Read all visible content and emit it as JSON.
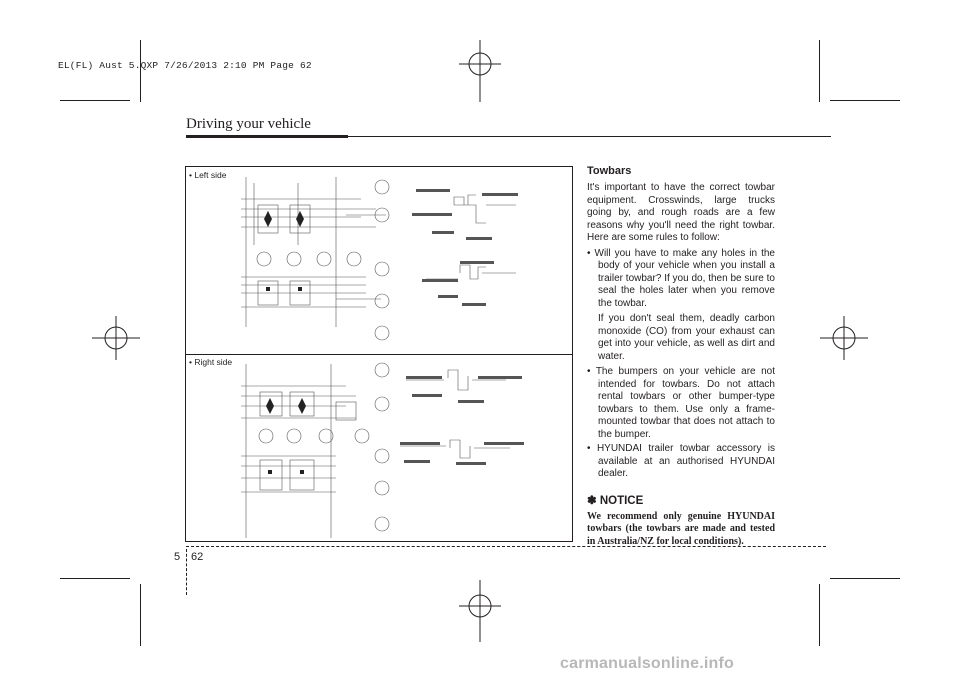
{
  "slug_line": "EL(FL) Aust 5.QXP  7/26/2013  2:10 PM  Page 62",
  "header": {
    "section_title": "Driving your vehicle"
  },
  "figure": {
    "left_label": "• Left side",
    "right_label": "• Right side"
  },
  "content": {
    "heading": "Towbars",
    "intro": "It's important to have the correct towbar equipment. Crosswinds, large trucks going by, and rough roads are a few reasons why you'll need the right towbar. Here are some rules to follow:",
    "bullets": [
      "• Will you have to make any holes in the body of your vehicle when you install a trailer towbar? If you do, then be sure to seal the holes later when you remove the towbar.",
      "• The bumpers on your vehicle are not intended for towbars. Do not attach rental towbars or other bumper-type towbars to them. Use only a frame-mounted towbar that does not attach to the bumper.",
      "• HYUNDAI trailer towbar accessory is available at an authorised HYUNDAI dealer."
    ],
    "bullet1_sub": "If you don't seal them, deadly carbon monoxide (CO) from your exhaust can get into your vehicle, as well as dirt and water.",
    "notice_title": "✽ NOTICE",
    "notice_text": "We recommend only genuine HYUNDAI towbars (the towbars are made and tested in Australia/NZ for local conditions)."
  },
  "footer": {
    "section_number": "5",
    "page_number": "62"
  },
  "watermark": "carmanualsonline.info",
  "colors": {
    "ink": "#231f20",
    "watermark": "#b8b8b8"
  }
}
